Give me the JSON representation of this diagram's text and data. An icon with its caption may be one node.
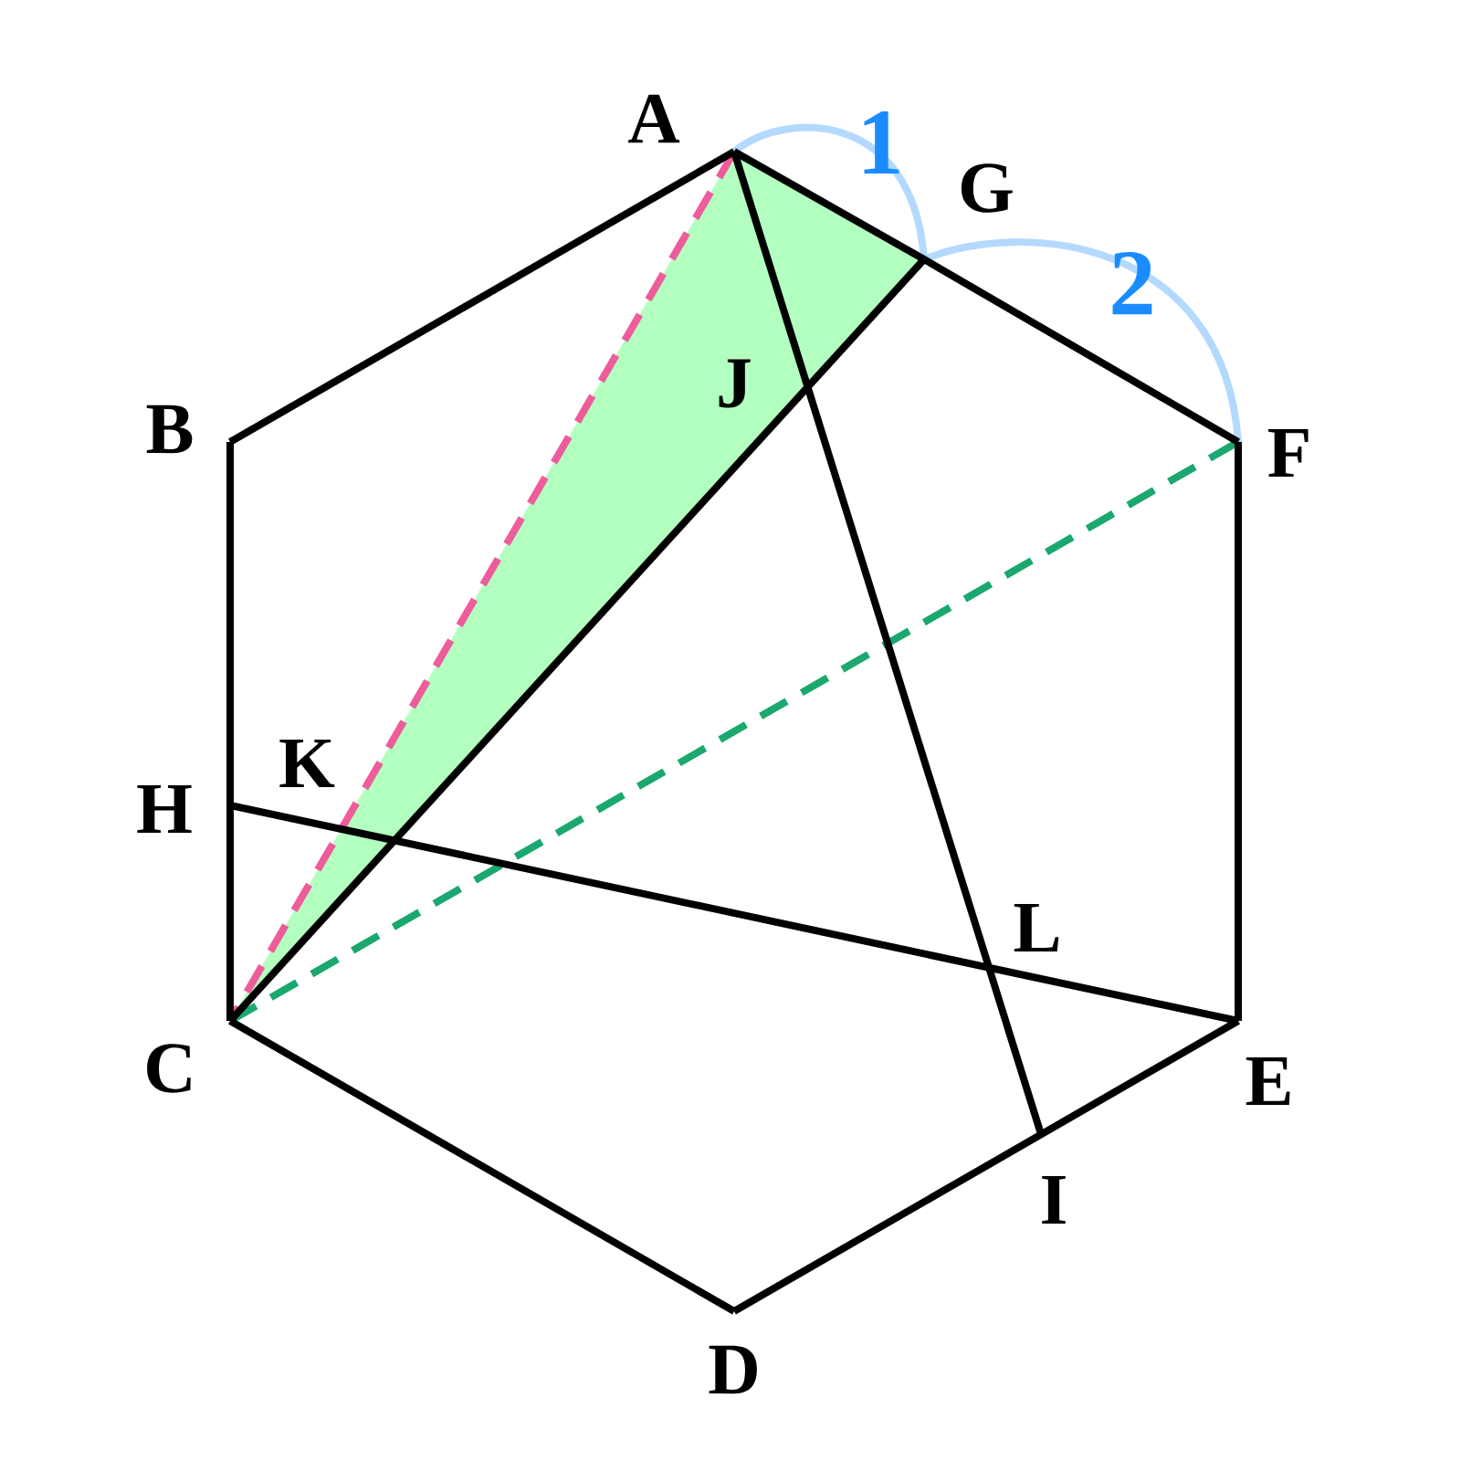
{
  "diagram": {
    "nodes": [
      {
        "text": [
          "A"
        ]
      },
      {
        "text": [
          "B"
        ]
      },
      {
        "text": [
          "C"
        ]
      },
      {
        "text": [
          "D"
        ]
      },
      {
        "text": [
          "E"
        ]
      },
      {
        "text": [
          "F"
        ]
      },
      {
        "text": [
          "G"
        ]
      },
      {
        "text": [
          "H"
        ]
      },
      {
        "text": [
          "I"
        ]
      },
      {
        "text": [
          "J"
        ]
      },
      {
        "text": [
          "K"
        ]
      },
      {
        "text": [
          "L"
        ]
      }
    ],
    "edges": [
      {
        "from": 0,
        "to": 1,
        "arrow": "none"
      },
      {
        "from": 1,
        "to": 7,
        "arrow": "none"
      },
      {
        "from": 7,
        "to": 2,
        "arrow": "none"
      },
      {
        "from": 2,
        "to": 3,
        "arrow": "none"
      },
      {
        "from": 3,
        "to": 4,
        "arrow": "none"
      },
      {
        "from": 4,
        "to": 5,
        "arrow": "none"
      },
      {
        "from": 5,
        "to": 6,
        "arrow": "none"
      },
      {
        "from": 6,
        "to": 0,
        "arrow": "none"
      },
      {
        "from": 0,
        "to": 8,
        "arrow": "none"
      },
      {
        "from": 6,
        "to": 2,
        "arrow": "none"
      },
      {
        "from": 7,
        "to": 4,
        "arrow": "none"
      },
      {
        "from": 0,
        "to": 2,
        "arrow": "none",
        "style": "dashed",
        "color": "#ee5c9c"
      },
      {
        "from": 2,
        "to": 5,
        "arrow": "none",
        "style": "dashed",
        "color": "#1aa86e"
      }
    ],
    "labels": [
      "1",
      "2"
    ]
  }
}
